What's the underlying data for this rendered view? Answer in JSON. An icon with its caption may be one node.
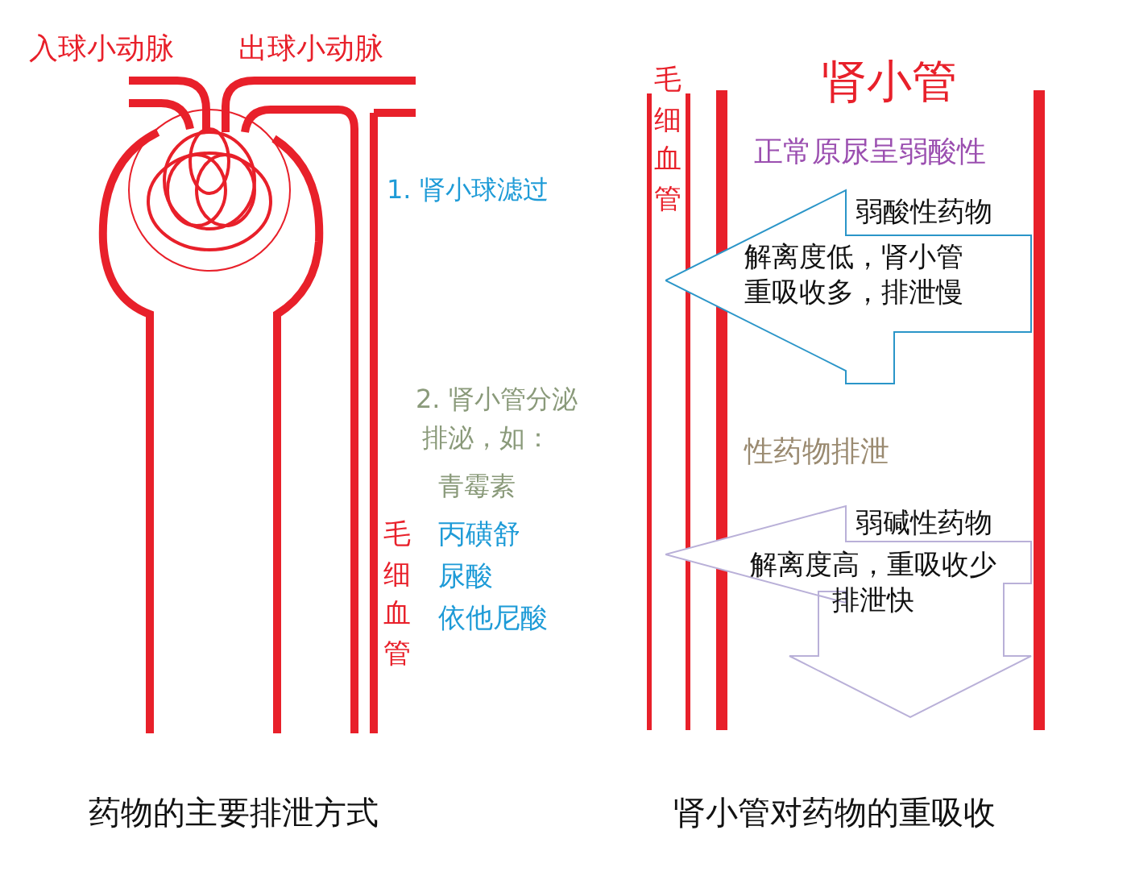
{
  "diagram": {
    "nodes": [
      {
        "text": [
          "弱酸性药物",
          "解离度低，肾小管重吸收多，排泄慢"
        ]
      },
      {
        "text": [
          "弱碱性药物",
          "解离度高，重吸收少排泄快"
        ]
      }
    ],
    "labels": [
      "入球小动脉",
      "出球小动脉",
      "1. 肾小球滤过",
      "2. 肾小管分泌",
      "排泌，如：",
      "青霉素",
      "毛细血管",
      "丙磺舒",
      "尿酸",
      "依他尼酸",
      "毛细血管",
      "肾小管",
      "正常原尿呈弱酸性",
      "性药物排泄",
      "药物的主要排泄方式",
      "肾小管对药物的重吸收"
    ]
  }
}
